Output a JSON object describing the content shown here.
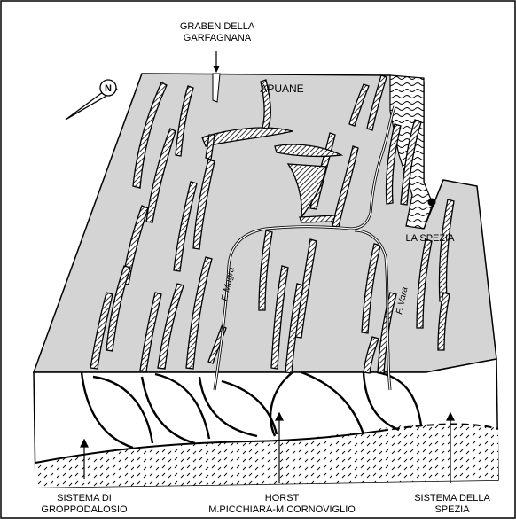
{
  "labels": {
    "graben_line1": "GRABEN DELLA",
    "graben_line2": "GARFAGNANA",
    "apuane": "APUANE",
    "la_spezia": "LA SPEZIA",
    "f_magra": "F. Magra",
    "f_vara": "F. Vara",
    "horst_line1": "HORST",
    "horst_line2": "M.PICCHIARA-M.CORNOVIGLIO",
    "left_line1": "SISTEMA DI",
    "left_line2": "GROPPODALOSIO",
    "right_line1": "SISTEMA DELLA",
    "right_line2": "SPEZIA",
    "compass": "N"
  },
  "colors": {
    "surface": "#d4d4d4",
    "sea_pattern": "#ffffff",
    "ink": "#000000"
  }
}
